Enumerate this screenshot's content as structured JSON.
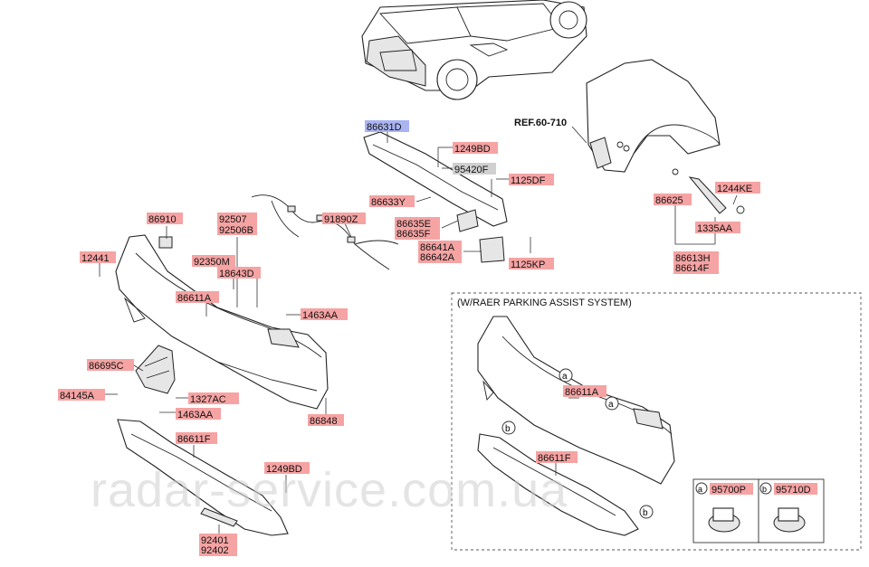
{
  "ref_label": "REF.60-710",
  "assist_title": "(W/RAER PARKING ASSIST SYSTEM)",
  "watermark": "radar-service.com.ua",
  "callouts": {
    "c86631D": "86631D",
    "c1249BD_top": "1249BD",
    "c95420F": "95420F",
    "c1125DF": "1125DF",
    "c86633Y": "86633Y",
    "c86635E": "86635E",
    "c86635F": "86635F",
    "c86641A": "86641A",
    "c86642A": "86642A",
    "c1125KP": "1125KP",
    "c91890Z": "91890Z",
    "c86910": "86910",
    "c92507": "92507",
    "c92506B": "92506B",
    "c92350M": "92350M",
    "c18643D": "18643D",
    "c12441": "12441",
    "c86611A": "86611A",
    "c1463AA_top": "1463AA",
    "c86695C": "86695C",
    "c84145A": "84145A",
    "c1327AC": "1327AC",
    "c1463AA_bottom": "1463AA",
    "c86848": "86848",
    "c86611F": "86611F",
    "c1249BD_bottom": "1249BD",
    "c92401": "92401",
    "c92402": "92402",
    "c86625": "86625",
    "c1244KE": "1244KE",
    "c1335AA": "1335AA",
    "c86613H": "86613H",
    "c86614F": "86614F",
    "c86611A_assist": "86611A",
    "c86611F_assist": "86611F",
    "c95700P": "95700P",
    "c95710D": "95710D"
  },
  "markers": {
    "a": "a",
    "b": "b"
  },
  "colors": {
    "callout_red": "#f6a3a3",
    "callout_gray": "#d0d0d0",
    "callout_blue": "#aab4f3"
  }
}
